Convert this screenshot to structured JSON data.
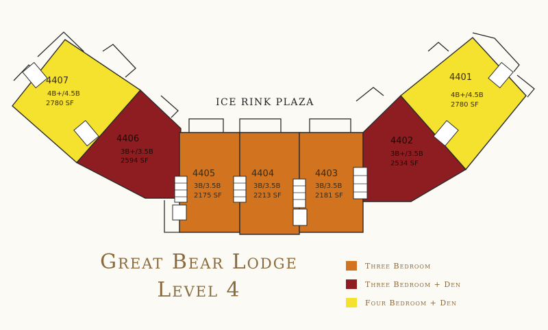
{
  "plaza_label": "ICE RINK PLAZA",
  "title": {
    "line1": "Great Bear Lodge",
    "line2": "Level 4"
  },
  "colors": {
    "three_bedroom": "#d2731f",
    "three_bedroom_den": "#8e1d22",
    "four_bedroom_den": "#f4e22e",
    "outline": "#2a2a2a",
    "title_text": "#8a6a3c"
  },
  "units": {
    "u4407": {
      "number": "4407",
      "beds": "4B+/4.5B",
      "area": "2780 SF",
      "type": "four_bedroom_den"
    },
    "u4406": {
      "number": "4406",
      "beds": "3B+/3.5B",
      "area": "2594 SF",
      "type": "three_bedroom_den"
    },
    "u4405": {
      "number": "4405",
      "beds": "3B/3.5B",
      "area": "2175 SF",
      "type": "three_bedroom"
    },
    "u4404": {
      "number": "4404",
      "beds": "3B/3.5B",
      "area": "2213 SF",
      "type": "three_bedroom"
    },
    "u4403": {
      "number": "4403",
      "beds": "3B/3.5B",
      "area": "2181 SF",
      "type": "three_bedroom"
    },
    "u4402": {
      "number": "4402",
      "beds": "3B+/3.5B",
      "area": "2534 SF",
      "type": "three_bedroom_den"
    },
    "u4401": {
      "number": "4401",
      "beds": "4B+/4.5B",
      "area": "2780 SF",
      "type": "four_bedroom_den"
    }
  },
  "legend": [
    {
      "label": "Three Bedroom",
      "color": "#d2731f"
    },
    {
      "label": "Three Bedroom + Den",
      "color": "#8e1d22"
    },
    {
      "label": "Four Bedroom + Den",
      "color": "#f4e22e"
    }
  ]
}
